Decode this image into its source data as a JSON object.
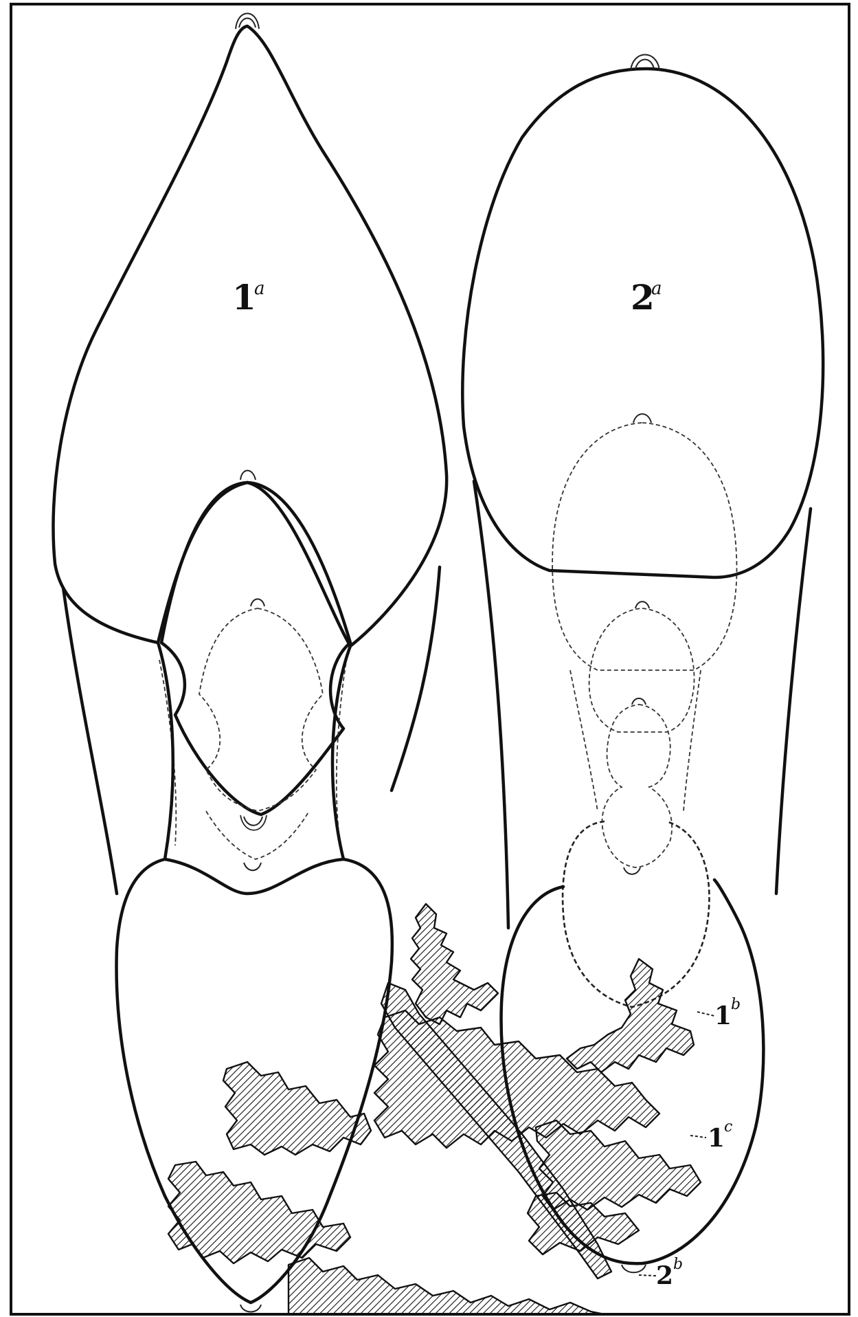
{
  "figure": {
    "labels": {
      "shoot_1a": {
        "main": "1",
        "sup": "a"
      },
      "shoot_2a": {
        "main": "2",
        "sup": "a"
      },
      "mark_1b": {
        "main": "1",
        "sup": "b"
      },
      "mark_1c": {
        "main": "1",
        "sup": "c"
      },
      "mark_2b": {
        "main": "2",
        "sup": "b"
      }
    }
  }
}
